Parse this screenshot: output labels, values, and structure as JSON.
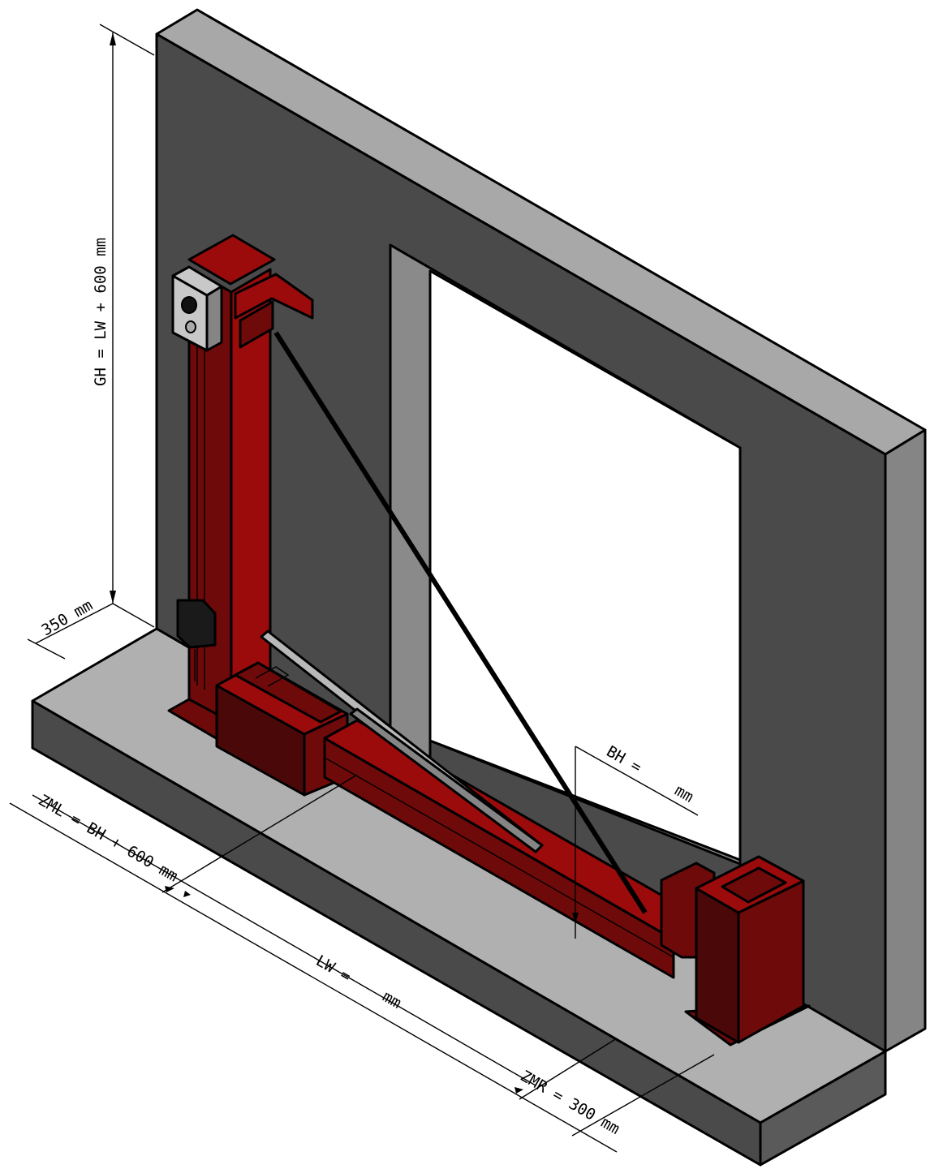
{
  "colors": {
    "wall_front": "#4a4a4a",
    "wall_top": "#a8a8a8",
    "wall_side": "#858585",
    "floor_top": "#b0b0b0",
    "floor_front": "#4a4a4a",
    "floor_side": "#5a5a5a",
    "door_reveal": "#8a8a8a",
    "opening": "#ffffff",
    "red": "#9b0b0b",
    "red_dark": "#6e0a0a",
    "red_shadow": "#4a0808",
    "box_grey": "#c8c8c8",
    "cylinder": "#b8b8b8"
  },
  "dimensions": {
    "gh": "GH = LW + 600 mm",
    "depth": "350 mm",
    "zml": "ZML = BH + 600 mm",
    "lw_label": "LW =",
    "lw_unit": "mm",
    "bh_label": "BH =",
    "bh_unit": "mm",
    "zmr": "ZMR = 300 mm"
  }
}
